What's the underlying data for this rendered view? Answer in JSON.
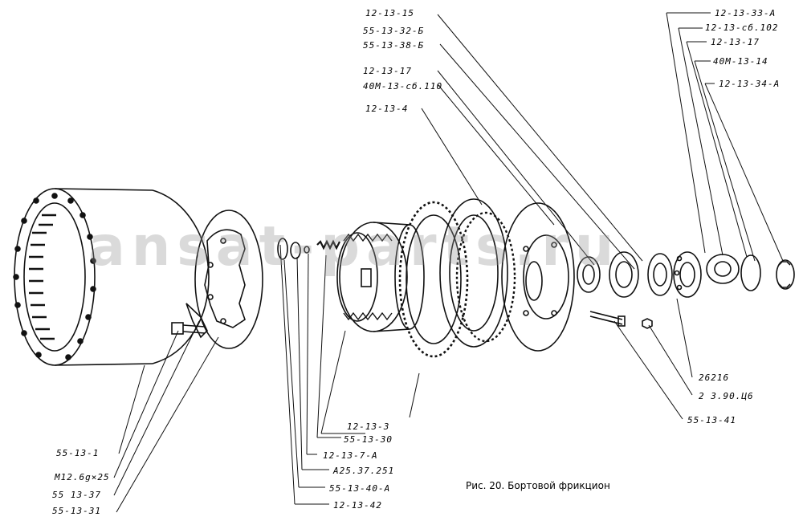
{
  "labels": {
    "top_right": [
      "12-13-15",
      "55-13-32-Б",
      "55-13-38-Б",
      "12-13-17",
      "40М-13-сб.110",
      "12-13-4"
    ],
    "far_right": [
      "12-13-33-А",
      "12-13-сб.102",
      "12-13-17",
      "40М-13-14",
      "12-13-34-А"
    ],
    "right_mid": [
      "26216",
      "2 3.90.Ц6",
      "55-13-41"
    ],
    "center_bottom": [
      "12-13-3",
      "55-13-30",
      "12-13-7-А",
      "А25.37.251",
      "55-13-40-А",
      "12-13-42"
    ],
    "left_bottom": [
      "55-13-1",
      "М12.6g×25",
      "55 13-37",
      "55-13-31"
    ]
  },
  "caption": "Рис. 20. Бортовой фрикцион",
  "watermark": "ansat-parts.ru"
}
